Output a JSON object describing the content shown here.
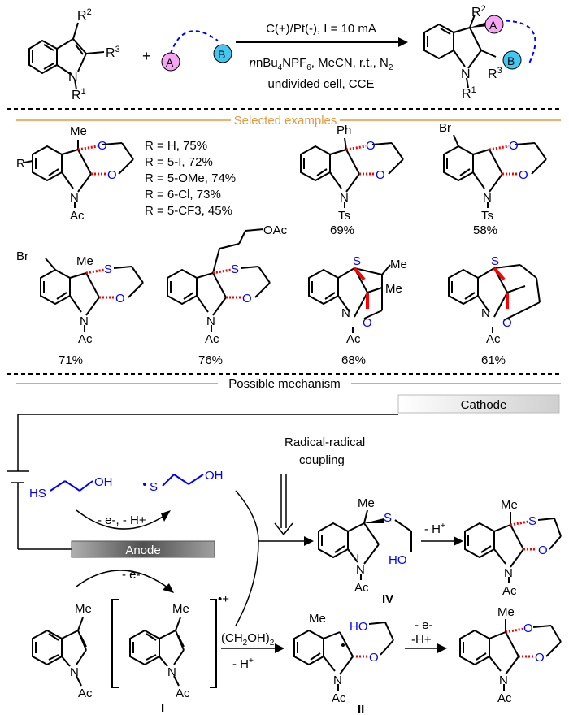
{
  "reaction": {
    "r2": "R",
    "r2_sup": "2",
    "r3": "R",
    "r3_sup": "3",
    "r1": "R",
    "r1_sup": "1",
    "n_atom": "N",
    "plus": "+",
    "circle_a": "A",
    "circle_b": "B",
    "cond_line1": "C(+)/Pt(-), I = 10 mA",
    "cond_line2_pre": "nBu",
    "cond_line2_sub1": "4",
    "cond_line2_mid": "NPF",
    "cond_line2_sub2": "6",
    "cond_line2_post": ", MeCN, r.t., N",
    "cond_line2_sub3": "2",
    "cond_line3": "undivided cell, CCE"
  },
  "section_examples": "Selected examples",
  "section_mechanism": "Possible mechanism",
  "colors": {
    "a_circle": "#f5a6f2",
    "b_circle": "#43c6ef",
    "orange_rule": "#e79a3c",
    "blue": "#0000ff",
    "red": "#ff0000"
  },
  "examples": {
    "ex1": {
      "me": "Me",
      "r": "R",
      "n": "N",
      "ac": "Ac",
      "o1": "O",
      "o2": "O"
    },
    "r_list": [
      "R = H, 75%",
      "R = 5-I, 72%",
      "R = 5-OMe, 74%",
      "R = 6-Cl, 73%",
      "R = 5-CF3, 45%"
    ],
    "ex2": {
      "ph": "Ph",
      "n": "N",
      "ts": "Ts",
      "yield": "69%"
    },
    "ex3": {
      "br": "Br",
      "n": "N",
      "ts": "Ts",
      "yield": "58%"
    },
    "ex4": {
      "br": "Br",
      "me": "Me",
      "s": "S",
      "o": "O",
      "n": "N",
      "ac": "Ac",
      "yield": "71%"
    },
    "ex5": {
      "oac": "OAc",
      "s": "S",
      "o": "O",
      "n": "N",
      "ac": "Ac",
      "yield": "76%"
    },
    "ex6": {
      "s": "S",
      "me1": "Me",
      "me2": "Me",
      "o": "O",
      "n": "N",
      "ac": "Ac",
      "yield": "68%"
    },
    "ex7": {
      "s": "S",
      "o": "O",
      "n": "N",
      "ac": "Ac",
      "yield": "61%"
    }
  },
  "mechanism": {
    "cathode": "Cathode",
    "anode": "Anode",
    "radical_coupling_1": "Radical-radical",
    "radical_coupling_2": "coupling",
    "hs": "HS",
    "oh": "OH",
    "s_rad": "S",
    "oh2": "OH",
    "e_h": "- e-, - H+",
    "minus_e": "- e-",
    "me": "Me",
    "n": "N",
    "ac": "Ac",
    "label_I": "I",
    "label_II": "II",
    "label_IV": "IV",
    "diol_pre": "(CH",
    "diol_sub1": "2",
    "diol_mid": "OH)",
    "diol_sub2": "2",
    "minus_h": "- H",
    "minus_h_plus": "- H",
    "e_minus2": "- e-",
    "h_plus2": "-H+",
    "ho": "HO",
    "s": "S",
    "o": "O"
  }
}
